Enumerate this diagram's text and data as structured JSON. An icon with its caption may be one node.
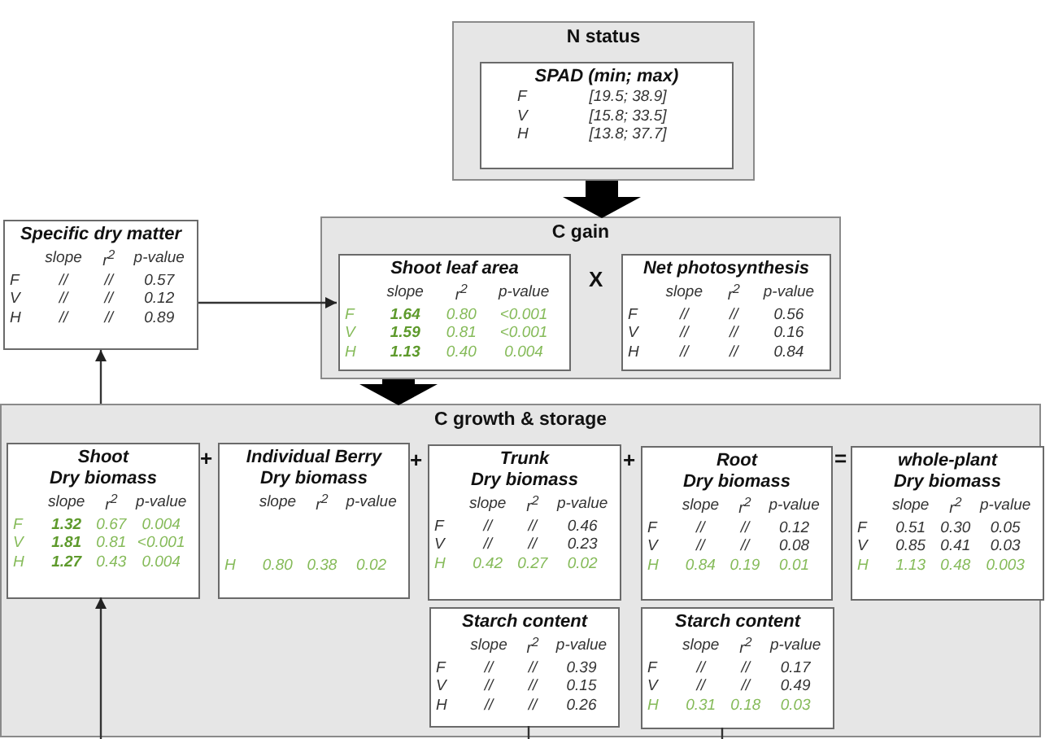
{
  "diagram": {
    "nodes": [
      {
        "text": [
          "N status"
        ]
      },
      {
        "text": [
          "SPAD (min; max)",
          "F",
          "[19.5; 38.9]",
          "V",
          "[15.8; 33.5]",
          "H",
          "[13.8; 37.7]"
        ],
        "in": 0
      },
      {
        "text": [
          "Specific dry matter",
          "slope",
          "r$^{2}$",
          "p-value",
          "F",
          "//",
          "//",
          "0.57",
          "V",
          "//",
          "//",
          "0.12",
          "H",
          "//",
          "//",
          "0.89"
        ]
      },
      {
        "text": [
          "C gain"
        ]
      },
      {
        "text": [
          "Shoot leaf area",
          "slope",
          "r$^{2}$",
          "p-value",
          "F",
          "1.64",
          "0.80",
          "<0.001",
          "V",
          "1.59",
          "0.81",
          "<0.001",
          "H",
          "1.13",
          "0.40",
          "0.004"
        ],
        "in": 3
      },
      {
        "text": [
          "Net photosynthesis",
          "slope",
          "r$^{2}$",
          "p-value",
          "F",
          "//",
          "//",
          "0.56",
          "V",
          "//",
          "//",
          "0.16",
          "H",
          "//",
          "//",
          "0.84"
        ],
        "in": 3
      },
      {
        "text": [
          "C growth & storage"
        ]
      },
      {
        "text": [
          "Shoot",
          "Dry biomass",
          "slope",
          "r$^{2}$",
          "p-value",
          "F",
          "1.32",
          "0.67",
          "0.004",
          "V",
          "1.81",
          "0.81",
          "<0.001",
          "H",
          "1.27",
          "0.43",
          "0.004"
        ],
        "in": 6
      },
      {
        "text": [
          "Individual Berry",
          "Dry biomass",
          "slope",
          "r$^{2}$",
          "p-value",
          "H",
          "0.80",
          "0.38",
          "0.02"
        ],
        "in": 6
      },
      {
        "text": [
          "Trunk",
          "Dry biomass",
          "slope",
          "r$^{2}$",
          "p-value",
          "F",
          "//",
          "//",
          "0.46",
          "V",
          "//",
          "//",
          "0.23",
          "H",
          "0.42",
          "0.27",
          "0.02"
        ],
        "in": 6
      },
      {
        "text": [
          "Starch content",
          "slope",
          "r$^{2}$",
          "p-value",
          "F",
          "//",
          "//",
          "0.39",
          "V",
          "//",
          "//",
          "0.15",
          "H",
          "//",
          "//",
          "0.26"
        ],
        "in": 6
      },
      {
        "text": [
          "Root",
          "Dry biomass",
          "slope",
          "r$^{2}$",
          "p-value",
          "F",
          "//",
          "//",
          "0.12",
          "V",
          "//",
          "//",
          "0.08",
          "H",
          "0.84",
          "0.19",
          "0.01"
        ],
        "in": 6
      },
      {
        "text": [
          "Starch content",
          "slope",
          "r$^{2}$",
          "p-value",
          "F",
          "//",
          "//",
          "0.17",
          "V",
          "//",
          "//",
          "0.49",
          "H",
          "0.31",
          "0.18",
          "0.03"
        ],
        "in": 6
      },
      {
        "text": [
          "whole-plant",
          "Dry biomass",
          "slope",
          "r$^{2}$",
          "p-value",
          "F",
          "0.51",
          "0.30",
          "0.05",
          "V",
          "0.85",
          "0.41",
          "0.03",
          "H",
          "1.13",
          "0.48",
          "0.003"
        ],
        "in": 6
      }
    ],
    "edges": [
      {
        "from": 0,
        "to": 3,
        "arrow": "to",
        "style": "thick"
      },
      {
        "from": 3,
        "to": 6,
        "arrow": "to",
        "style": "thick"
      },
      {
        "from": 2,
        "to": 4,
        "arrow": "to"
      },
      {
        "from": 6,
        "to": 2,
        "arrow": "to"
      },
      {
        "from": null,
        "to": 7,
        "arrow": "to"
      },
      {
        "from": 10,
        "to": null,
        "arrow": "none"
      },
      {
        "from": 12,
        "to": null,
        "arrow": "none"
      }
    ],
    "labels": [
      "X",
      "+",
      "+",
      "+",
      "="
    ]
  }
}
